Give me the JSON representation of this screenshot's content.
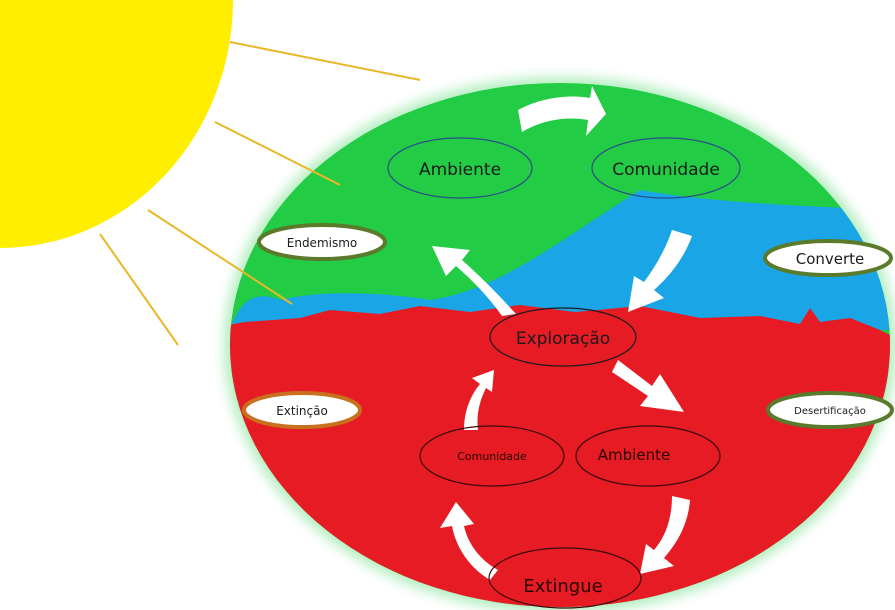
{
  "inner_top": {
    "left": "Ambiente",
    "right": "Comunidade"
  },
  "center": "Exploração",
  "inner_bottom": {
    "left": "Comunidade",
    "right": "Ambiente",
    "bottom": "Extingue"
  },
  "badges": {
    "endemismo": "Endemismo",
    "converte": "Converte",
    "extincao": "Extinção",
    "desertificacao": "Desertificação"
  },
  "colors": {
    "sun": "#ffee00",
    "sun_ray": "#e9b829",
    "green_zone": "#22cc44",
    "blue_zone": "#1aa6e6",
    "red_zone": "#e61b24",
    "arrow": "#ffffff",
    "badge_border_green": "#5a7a2c",
    "badge_border_orange": "#c8701e",
    "ellipse_stroke_blue": "#2b4d8c",
    "ellipse_stroke_dark": "#3a0a0a"
  }
}
